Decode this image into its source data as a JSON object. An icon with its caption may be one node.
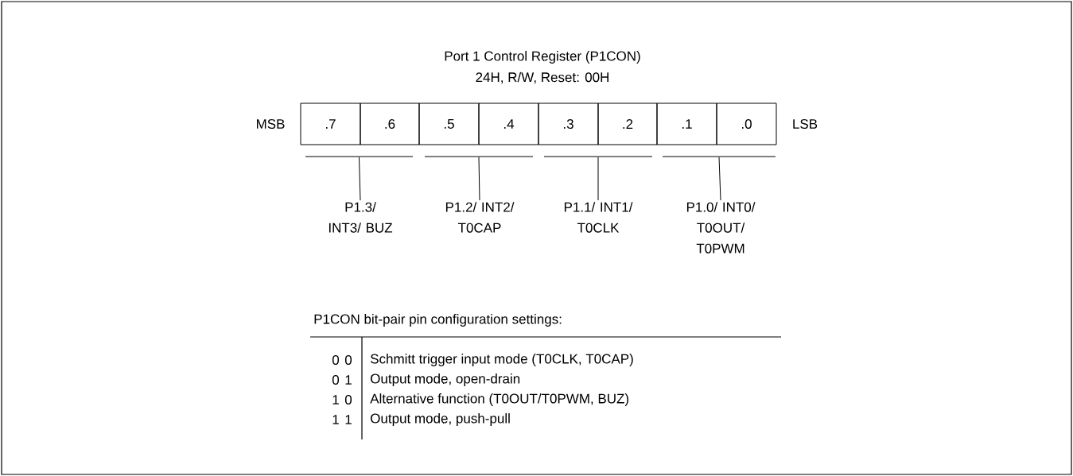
{
  "diagram": {
    "title": "Port 1 Control Register (P1CON)",
    "nodes": [
      {
        "text": [
          ".7"
        ]
      },
      {
        "text": [
          ".6"
        ]
      },
      {
        "text": [
          ".5"
        ]
      },
      {
        "text": [
          ".4"
        ]
      },
      {
        "text": [
          ".3"
        ]
      },
      {
        "text": [
          ".2"
        ]
      },
      {
        "text": [
          ".1"
        ]
      },
      {
        "text": [
          ".0"
        ]
      },
      {
        "text": [],
        "shape": "bar"
      },
      {
        "text": [],
        "shape": "bar"
      },
      {
        "text": [],
        "shape": "bar"
      },
      {
        "text": [],
        "shape": "bar"
      },
      {
        "text": [
          "P1.3/ INT3/ BUZ"
        ]
      },
      {
        "text": [
          "P1.2/ INT2/ T0CAP"
        ]
      },
      {
        "text": [
          "P1.1/ INT1/ T0CLK"
        ]
      },
      {
        "text": [
          "P1.0/ INT0/ T0OUT/ T0PWM"
        ]
      }
    ],
    "edges": [
      {
        "from": 8,
        "to": 12,
        "arrow": "none"
      },
      {
        "from": 9,
        "to": 13,
        "arrow": "none"
      },
      {
        "from": 10,
        "to": 14,
        "arrow": "none"
      },
      {
        "from": 11,
        "to": 15,
        "arrow": "none"
      }
    ],
    "labels": [
      "24H, R/W, Reset: 00H",
      "MSB",
      "LSB",
      "P1CON bit-pair pin configuration settings:",
      "0",
      "0",
      "Schmitt trigger input mode (T0CLK, T0CAP)",
      "0",
      "1",
      "Output mode, open-drain",
      "1",
      "0",
      "Alternative function (T0OUT/T0PWM, BUZ)",
      "1",
      "1",
      "Output mode, push-pull"
    ]
  }
}
